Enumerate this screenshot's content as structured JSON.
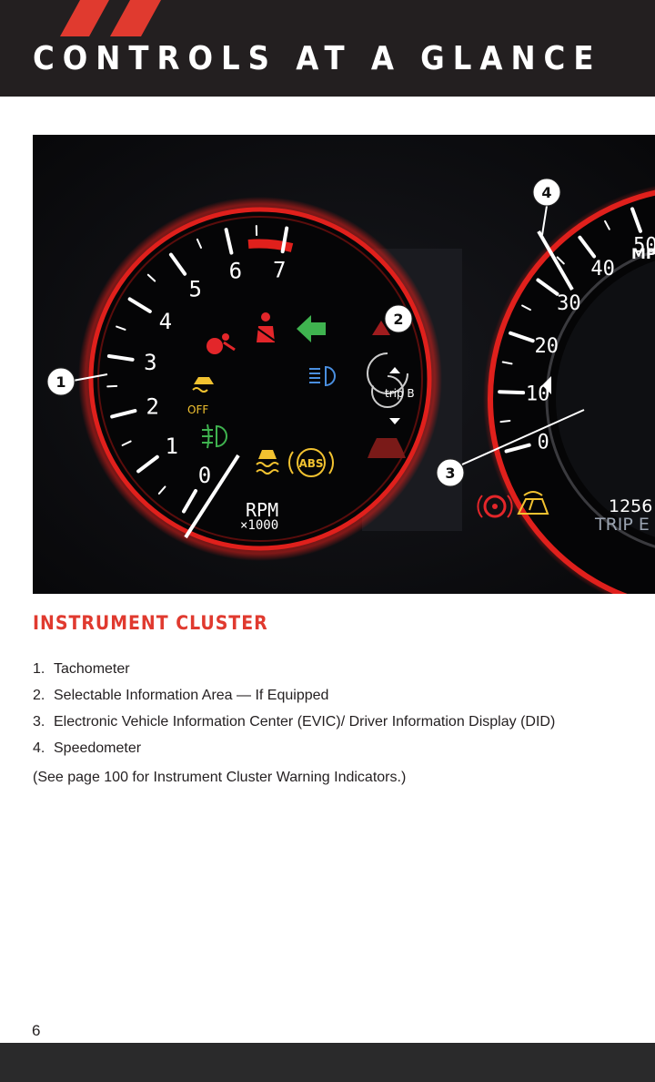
{
  "header": {
    "title": "CONTROLS AT A GLANCE",
    "colors": {
      "background": "#231f20",
      "stripe": "#e03a2f",
      "title": "#ffffff"
    }
  },
  "figure": {
    "callouts": [
      "1",
      "2",
      "3",
      "4"
    ],
    "tachometer": {
      "scale_labels": [
        "0",
        "1",
        "2",
        "3",
        "4",
        "5",
        "6",
        "7"
      ],
      "unit_label": "RPM",
      "multiplier_label": "×1000",
      "stability_off_label": "OFF",
      "abs_label": "ABS"
    },
    "info_area": {
      "trip_label": "trip B"
    },
    "speedometer": {
      "scale_labels": [
        "0",
        "10",
        "20",
        "30",
        "40",
        "50"
      ],
      "unit_label_partial": "MP",
      "odometer_partial": "1256",
      "trip_label_partial": "TRIP E"
    },
    "icons": [
      "airbag-icon",
      "seatbelt-icon",
      "turn-signal-arrow-icon",
      "high-beam-icon",
      "stability-control-off-icon",
      "fog-light-icon",
      "traction-control-icon",
      "abs-icon",
      "scroll-up-icon",
      "scroll-down-icon",
      "vehicle-icon",
      "steering-warning-icon",
      "washer-fluid-icon"
    ],
    "colors": {
      "gauge_ring": "#e0201c",
      "red_indicator": "#e3262a",
      "amber_indicator": "#f2c230",
      "green_indicator": "#3fb34f",
      "blue_indicator": "#4a8fe0"
    }
  },
  "section": {
    "heading": "INSTRUMENT CLUSTER",
    "items": [
      {
        "number": "1.",
        "text": "Tachometer"
      },
      {
        "number": "2.",
        "text": "Selectable Information Area — If Equipped"
      },
      {
        "number": "3.",
        "text": "Electronic Vehicle Information Center (EVIC)/ Driver Information Display (DID)"
      },
      {
        "number": "4.",
        "text": "Speedometer"
      }
    ],
    "note": "(See page 100 for Instrument Cluster Warning Indicators.)"
  },
  "page_number": "6"
}
